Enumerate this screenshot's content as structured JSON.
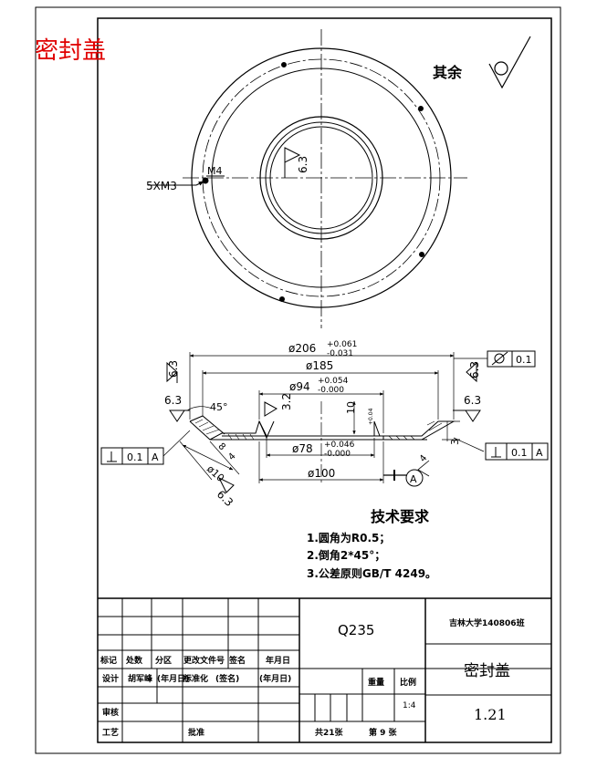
{
  "drawing": {
    "corner_title": "密封盖",
    "surface_rest_label": "其余",
    "thread_note": "5XM3",
    "thread_note_m4": "M4",
    "roughness": "6.3",
    "roughness_32": "3.2",
    "dims": {
      "d206": "ø206",
      "d206_upper": "+0.061",
      "d206_lower": "-0.031",
      "d185": "ø185",
      "d94": "ø94",
      "d94_upper": "+0.054",
      "d94_lower": "-0.000",
      "d78": "ø78",
      "d78_upper": "+0.046",
      "d78_lower": "-0.000",
      "d100": "ø100",
      "d10": "ø10",
      "angle45": "45°",
      "h10": "10",
      "h3": "3",
      "t8": "8",
      "t4": "4",
      "small_tol": "+0.04",
      "r4": "4"
    },
    "gdt": {
      "flatness_value": "0.1",
      "perp_value": "0.1",
      "perp_datum": "A",
      "datum_label": "A"
    },
    "notes": {
      "heading": "技术要求",
      "items": [
        "1.圆角为R0.5；",
        "2.倒角2*45°；",
        "3.公差原则GB/T    4249。"
      ]
    },
    "title_block": {
      "material": "Q235",
      "school": "吉林大学140806班",
      "part_name": "密封盖",
      "part_number": "1.21",
      "h_mark": "标记",
      "h_count": "处数",
      "h_zone": "分区",
      "h_change": "更改文件号",
      "h_sign": "签名",
      "h_date": "年月日",
      "r_design": "设计",
      "designer": "胡军峰",
      "d_date": "(年月日)",
      "r_std": "标准化",
      "s_sign": "(签名)",
      "s_date": "(年月日)",
      "r_check": "审核",
      "r_process": "工艺",
      "r_approve": "批准",
      "weight_label": "重量",
      "scale_label": "比例",
      "scale_value": "1:4",
      "sheets_total": "共21张",
      "sheet_no": "第 9 张"
    }
  }
}
